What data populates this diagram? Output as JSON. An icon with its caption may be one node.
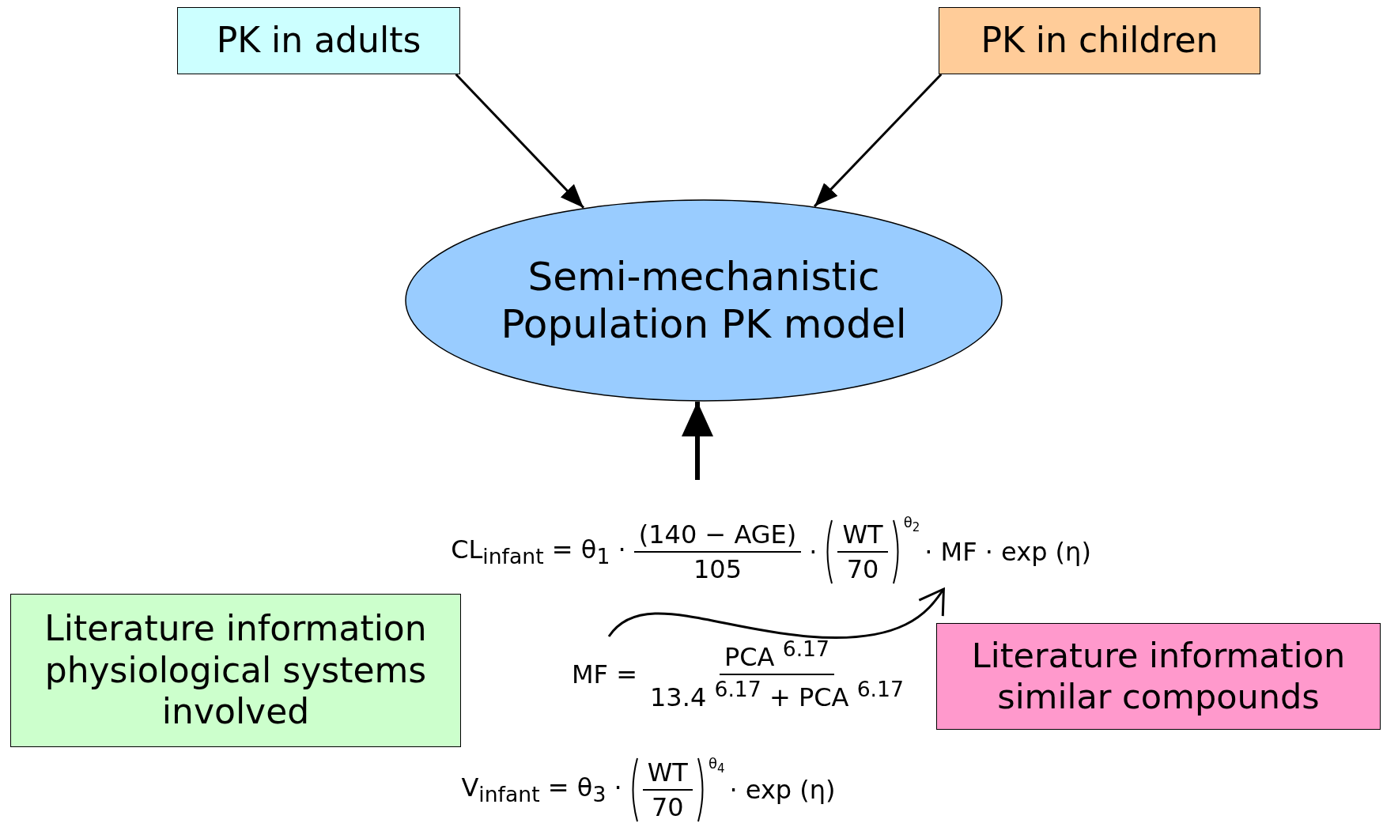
{
  "diagram": {
    "nodes": [
      {
        "text": [
          "PK in adults"
        ]
      },
      {
        "text": [
          "PK in children"
        ]
      },
      {
        "text": [
          "Semi-mechanistic Population PK model"
        ]
      },
      {
        "text": [
          "Literature information physiological systems involved"
        ]
      },
      {
        "text": [
          "Literature information similar compounds"
        ]
      },
      {
        "text": [
          "CL$_{infant}$ = θ$_{1}$ ·",
          "(140 − AGE)",
          "105",
          "·",
          "WT",
          "70",
          "θ$_{2}$",
          "· MF · exp (η)"
        ]
      },
      {
        "text": [
          "MF =",
          "PCA $^{6.17}$",
          "13.4 $^{6.17}$ + PCA $^{6.17}$"
        ]
      },
      {
        "text": [
          "V$_{infant}$ = θ$_{3}$ ·",
          "WT",
          "70",
          "θ$_{4}$",
          "· exp (η)"
        ]
      }
    ],
    "edges": [
      {
        "from": 0,
        "to": 2,
        "arrow": "to"
      },
      {
        "from": 1,
        "to": 2,
        "arrow": "to"
      },
      {
        "from": null,
        "to": 2,
        "arrow": "to",
        "style": "thick"
      },
      {
        "from": 6,
        "to": 5,
        "arrow": "to"
      }
    ]
  }
}
